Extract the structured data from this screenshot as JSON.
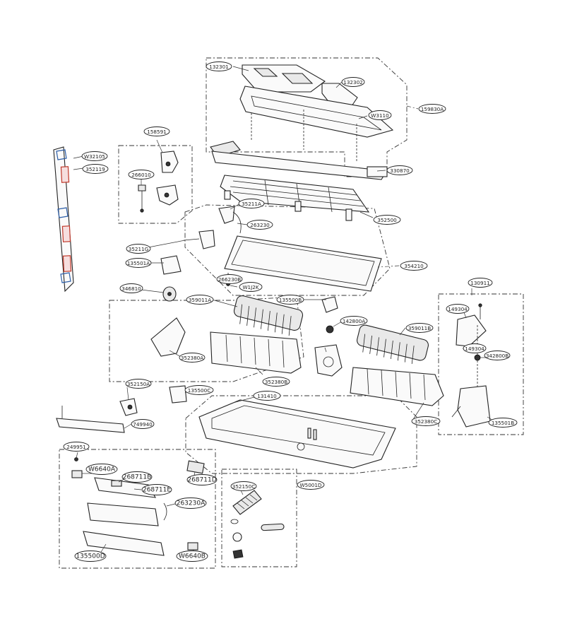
{
  "labels": [
    {
      "id": "132301",
      "text": "132301"
    },
    {
      "id": "132302",
      "text": "132302"
    },
    {
      "id": "159830A",
      "text": "159830A"
    },
    {
      "id": "W3110",
      "text": "W3110"
    },
    {
      "id": "330870",
      "text": "330870"
    },
    {
      "id": "352500",
      "text": "352500"
    },
    {
      "id": "158591",
      "text": "158591"
    },
    {
      "id": "266010",
      "text": "266010"
    },
    {
      "id": "W32105",
      "text": "W32105"
    },
    {
      "id": "352119",
      "text": "352119"
    },
    {
      "id": "35211A",
      "text": "35211A"
    },
    {
      "id": "263230",
      "text": "263230"
    },
    {
      "id": "35211G",
      "text": "35211G"
    },
    {
      "id": "135501A",
      "text": "135501A"
    },
    {
      "id": "354210",
      "text": "354210"
    },
    {
      "id": "266230B",
      "text": "266230B"
    },
    {
      "id": "W1J2K",
      "text": "W1J2K"
    },
    {
      "id": "346810",
      "text": "346810"
    },
    {
      "id": "359011A",
      "text": "359011A"
    },
    {
      "id": "135500B",
      "text": "135500B"
    },
    {
      "id": "130911",
      "text": "130911"
    },
    {
      "id": "149304A",
      "text": "149304"
    },
    {
      "id": "142800A",
      "text": "142800A"
    },
    {
      "id": "359011B",
      "text": "359011B"
    },
    {
      "id": "352380A",
      "text": "352380A"
    },
    {
      "id": "352380B",
      "text": "352380B"
    },
    {
      "id": "149304B",
      "text": "149304"
    },
    {
      "id": "342800B",
      "text": "342800B"
    },
    {
      "id": "352380C",
      "text": "352380C"
    },
    {
      "id": "352150A",
      "text": "352150A"
    },
    {
      "id": "135500C",
      "text": "135500C"
    },
    {
      "id": "131410",
      "text": "131410"
    },
    {
      "id": "749940",
      "text": "749940"
    },
    {
      "id": "135501B",
      "text": "135501B"
    },
    {
      "id": "249951",
      "text": "249951"
    },
    {
      "id": "W6640A",
      "text": "W6640A"
    },
    {
      "id": "268711B",
      "text": "268711B"
    },
    {
      "id": "268711E",
      "text": "268711E"
    },
    {
      "id": "268711D",
      "text": "268711D"
    },
    {
      "id": "263230A",
      "text": "263230A"
    },
    {
      "id": "135500D",
      "text": "135500D"
    },
    {
      "id": "W6640B",
      "text": "W6640B"
    },
    {
      "id": "W5001D",
      "text": "W5001D"
    },
    {
      "id": "352150C",
      "text": "352150C"
    },
    {
      "id": "352380B_2",
      "text": "352380B"
    }
  ]
}
